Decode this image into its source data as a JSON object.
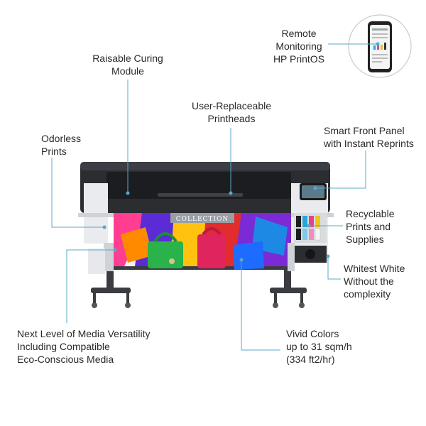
{
  "callouts": {
    "remote": {
      "lines": [
        "Remote",
        "Monitoring",
        "HP PrintOS"
      ]
    },
    "curing": {
      "lines": [
        "Raisable Curing",
        "Module"
      ]
    },
    "printheads": {
      "lines": [
        "User-Replaceable",
        "Printheads"
      ]
    },
    "odorless": {
      "lines": [
        "Odorless",
        "Prints"
      ]
    },
    "front_panel": {
      "lines": [
        "Smart Front Panel",
        "with Instant Reprints"
      ]
    },
    "recyclable": {
      "lines": [
        "Recyclable",
        "Prints and",
        "Supplies"
      ]
    },
    "white": {
      "lines": [
        "Whitest White",
        "Without the",
        "complexity"
      ]
    },
    "media": {
      "lines": [
        "Next Level of Media Versatility",
        "Including Compatible",
        "Eco-Conscious Media"
      ]
    },
    "vivid": {
      "lines": [
        "Vivid Colors",
        "up to 31 sqm/h",
        "(334 ft2/hr)"
      ]
    }
  },
  "printer": {
    "banner_text": "COLLECTION"
  },
  "colors": {
    "leader_line": "#5aa8c8",
    "printer_body": "#2b2d31",
    "printer_panel": "#e9ebee"
  }
}
